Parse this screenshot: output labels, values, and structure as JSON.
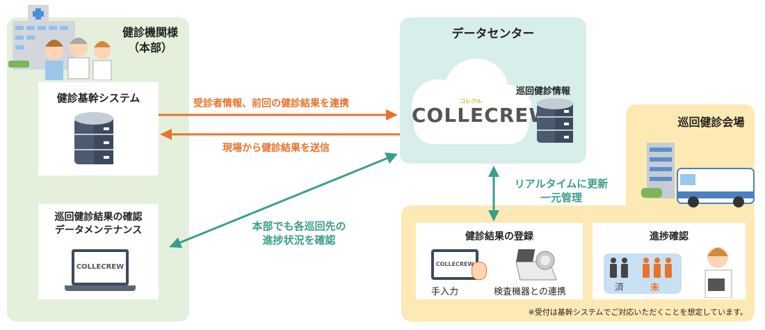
{
  "colors": {
    "orange": "#e8732c",
    "teal": "#3a9e8c",
    "green_bg": "#e4f0dc",
    "teal_bg": "#d7eeea",
    "yellow_bg": "#fde9b3"
  },
  "hq": {
    "title_line1": "健診機関様",
    "title_line2": "（本部）",
    "core_system": {
      "title": "健診基幹システム",
      "icon": "database-icon"
    },
    "maintenance": {
      "title_line1": "巡回健診結果の確認",
      "title_line2": "データメンテナンス",
      "icon": "laptop-icon",
      "laptop_logo": "COLLECREW"
    }
  },
  "datacenter": {
    "title": "データセンター",
    "logo": "COLLECREW",
    "logo_kana": "コレクル",
    "db_label": "巡回健診情報"
  },
  "arrows": {
    "to_datacenter": "受診者情報、前回の健診結果を連携",
    "to_hq": "現場から健診結果を送信",
    "progress_line1": "本部でも各巡回先の",
    "progress_line2": "進捗状況を確認",
    "realtime_line1": "リアルタイムに更新",
    "realtime_line2": "一元管理"
  },
  "venue": {
    "title": "巡回健診会場",
    "registration": {
      "title": "健診結果の登録",
      "manual": "手入力",
      "device": "検査機器との連携",
      "tablet_logo": "COLLECREW"
    },
    "progress": {
      "title": "進捗確認",
      "done": "済",
      "pending": "未"
    },
    "footnote": "※受付は基幹システムでご対応いただくことを想定しています。"
  }
}
